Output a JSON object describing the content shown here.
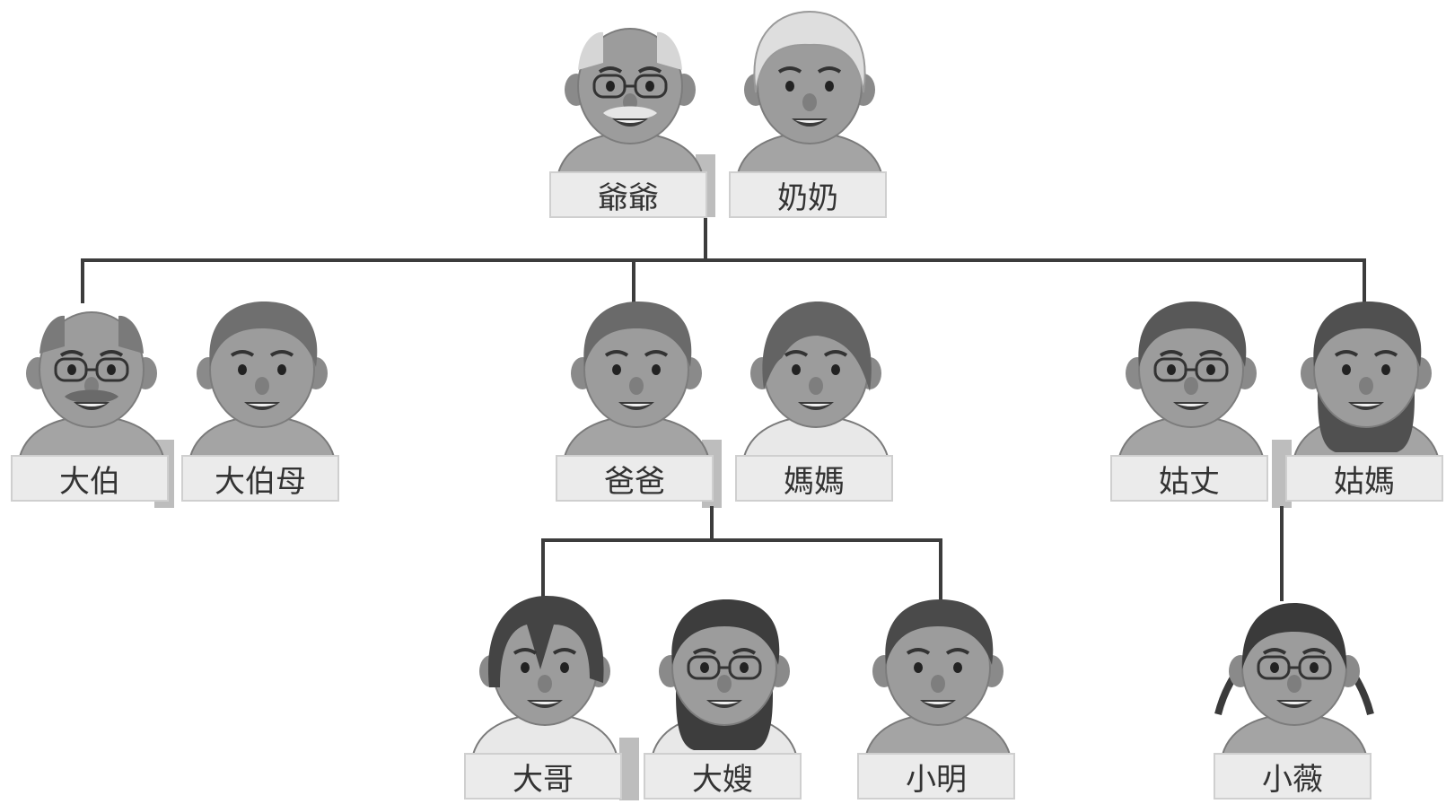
{
  "people": {
    "grandpa": {
      "label": "爺爺",
      "face": "grandpa"
    },
    "grandma": {
      "label": "奶奶",
      "face": "grandma"
    },
    "uncle": {
      "label": "大伯",
      "face": "uncle"
    },
    "aunt_in_law": {
      "label": "大伯母",
      "face": "auntwife"
    },
    "dad": {
      "label": "爸爸",
      "face": "dad"
    },
    "mom": {
      "label": "媽媽",
      "face": "mom"
    },
    "aunt_husband": {
      "label": "姑丈",
      "face": "guzhang"
    },
    "aunt": {
      "label": "姑媽",
      "face": "guma"
    },
    "elder_brother": {
      "label": "大哥",
      "face": "dage"
    },
    "sister_in_law": {
      "label": "大嫂",
      "face": "dasao"
    },
    "xiaoming": {
      "label": "小明",
      "face": "xiaoming"
    },
    "xiaowei": {
      "label": "小薇",
      "face": "xiaowei"
    }
  }
}
